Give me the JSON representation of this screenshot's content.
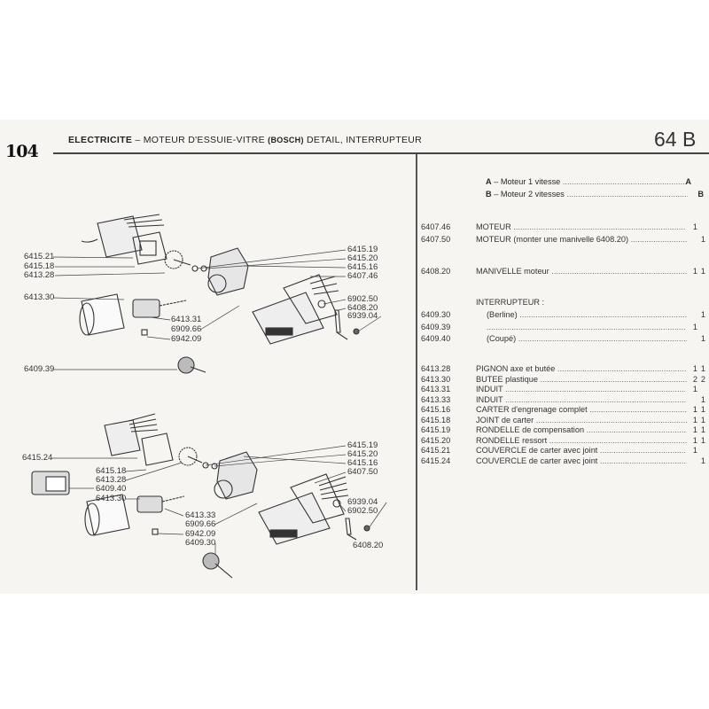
{
  "header": {
    "model": "104",
    "title_prefix": "ELECTRICITE",
    "title_main": " – MOTEUR D'ESSUIE-VITRE ",
    "title_brand": "(BOSCH)",
    "title_suffix": " DETAIL, INTERRUPTEUR",
    "page_number": "64 B"
  },
  "legend": [
    {
      "letter": "A",
      "text": "– Moteur 1 vitesse",
      "value": "A"
    },
    {
      "letter": "B",
      "text": "– Moteur 2 vitesses",
      "value": "B"
    }
  ],
  "parts": [
    {
      "ref": "6407.46",
      "designation": "MOTEUR",
      "a": "1",
      "b": ""
    },
    {
      "ref": "6407.50",
      "designation": "MOTEUR (monter une manivelle 6408.20)",
      "a": "",
      "b": "1"
    },
    {
      "ref": "6408.20",
      "designation": "MANIVELLE moteur",
      "a": "1",
      "b": "1"
    },
    {
      "ref": "",
      "designation": "INTERRUPTEUR :",
      "a": "",
      "b": "",
      "heading": true
    },
    {
      "ref": "6409.30",
      "designation": "(Berline)",
      "a": "",
      "b": "1"
    },
    {
      "ref": "6409.39",
      "designation": "",
      "a": "1",
      "b": ""
    },
    {
      "ref": "6409.40",
      "designation": "(Coupé)",
      "a": "",
      "b": "1"
    },
    {
      "ref": "6413.28",
      "designation": "PIGNON axe et butée",
      "a": "1",
      "b": "1"
    },
    {
      "ref": "6413.30",
      "designation": "BUTEE plastique",
      "a": "2",
      "b": "2"
    },
    {
      "ref": "6413.31",
      "designation": "INDUIT",
      "a": "1",
      "b": ""
    },
    {
      "ref": "6413.33",
      "designation": "INDUIT",
      "a": "",
      "b": "1"
    },
    {
      "ref": "6415.16",
      "designation": "CARTER d'engrenage complet",
      "a": "1",
      "b": "1"
    },
    {
      "ref": "6415.18",
      "designation": "JOINT de carter",
      "a": "1",
      "b": "1"
    },
    {
      "ref": "6415.19",
      "designation": "RONDELLE de compensation",
      "a": "1",
      "b": "1"
    },
    {
      "ref": "6415.20",
      "designation": "RONDELLE ressort",
      "a": "1",
      "b": "1"
    },
    {
      "ref": "6415.21",
      "designation": "COUVERCLE de carter avec joint",
      "a": "1",
      "b": ""
    },
    {
      "ref": "6415.24",
      "designation": "COUVERCLE de carter avec joint",
      "a": "",
      "b": "1"
    }
  ],
  "diagram_a_labels": [
    "6415.21",
    "6415.18",
    "6413.28",
    "6413.30",
    "6409.39",
    "6415.19",
    "6415.20",
    "6415.16",
    "6407.46",
    "6902.50",
    "6408.20",
    "6939.04",
    "6413.31",
    "6909.66",
    "6942.09"
  ],
  "diagram_b_labels": [
    "6415.24",
    "6415.18",
    "6413.28",
    "6409.40",
    "6413.30",
    "6413.33",
    "6909.66",
    "6942.09",
    "6409.30",
    "6415.19",
    "6415.20",
    "6415.16",
    "6407.50",
    "6939.04",
    "6902.50",
    "6408.20"
  ]
}
